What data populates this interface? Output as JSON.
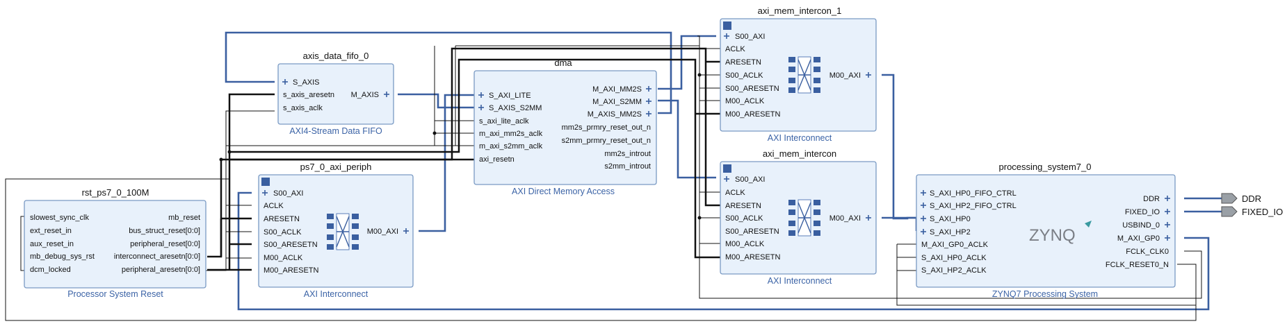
{
  "blocks": {
    "fifo": {
      "title": "axis_data_fifo_0",
      "subtitle": "AXI4-Stream Data FIFO",
      "ports_left": [
        "S_AXIS",
        "s_axis_aresetn",
        "s_axis_aclk"
      ],
      "ports_right": [
        "M_AXIS"
      ]
    },
    "dma": {
      "title": "dma",
      "subtitle": "AXI Direct Memory Access",
      "ports_left": [
        "S_AXI_LITE",
        "S_AXIS_S2MM",
        "s_axi_lite_aclk",
        "m_axi_mm2s_aclk",
        "m_axi_s2mm_aclk",
        "axi_resetn"
      ],
      "ports_right": [
        "M_AXI_MM2S",
        "M_AXI_S2MM",
        "M_AXIS_MM2S",
        "mm2s_prmry_reset_out_n",
        "s2mm_prmry_reset_out_n",
        "mm2s_introut",
        "s2mm_introut"
      ]
    },
    "rst": {
      "title": "rst_ps7_0_100M",
      "subtitle": "Processor System Reset",
      "ports_left": [
        "slowest_sync_clk",
        "ext_reset_in",
        "aux_reset_in",
        "mb_debug_sys_rst",
        "dcm_locked"
      ],
      "ports_right": [
        "mb_reset",
        "bus_struct_reset[0:0]",
        "peripheral_reset[0:0]",
        "interconnect_aresetn[0:0]",
        "peripheral_aresetn[0:0]"
      ]
    },
    "periph": {
      "title": "ps7_0_axi_periph",
      "subtitle": "AXI Interconnect",
      "ports_left": [
        "S00_AXI",
        "ACLK",
        "ARESETN",
        "S00_ACLK",
        "S00_ARESETN",
        "M00_ACLK",
        "M00_ARESETN"
      ],
      "ports_right": [
        "M00_AXI"
      ]
    },
    "mem1": {
      "title": "axi_mem_intercon_1",
      "subtitle": "AXI Interconnect",
      "ports_left": [
        "S00_AXI",
        "ACLK",
        "ARESETN",
        "S00_ACLK",
        "S00_ARESETN",
        "M00_ACLK",
        "M00_ARESETN"
      ],
      "ports_right": [
        "M00_AXI"
      ]
    },
    "mem0": {
      "title": "axi_mem_intercon",
      "subtitle": "AXI Interconnect",
      "ports_left": [
        "S00_AXI",
        "ACLK",
        "ARESETN",
        "S00_ACLK",
        "S00_ARESETN",
        "M00_ACLK",
        "M00_ARESETN"
      ],
      "ports_right": [
        "M00_AXI"
      ]
    },
    "ps7": {
      "title": "processing_system7_0",
      "subtitle": "ZYNQ7 Processing System",
      "logo": "ZYNQ",
      "ports_left": [
        "S_AXI_HP0_FIFO_CTRL",
        "S_AXI_HP2_FIFO_CTRL",
        "S_AXI_HP0",
        "S_AXI_HP2",
        "M_AXI_GP0_ACLK",
        "S_AXI_HP0_ACLK",
        "S_AXI_HP2_ACLK"
      ],
      "ports_right": [
        "DDR",
        "FIXED_IO",
        "USBIND_0",
        "M_AXI_GP0",
        "FCLK_CLK0",
        "FCLK_RESET0_N"
      ]
    }
  },
  "external_ports": [
    "DDR",
    "FIXED_IO"
  ],
  "colors": {
    "block_fill": "#e8f1fb",
    "block_border": "#7a9ac4",
    "bus": "#3a5fa0",
    "subtitle": "#3b63a6",
    "wire": "#111111"
  },
  "icons": [
    "interconnect-crossbar-icon",
    "expand-plus-icon",
    "zynq-logo",
    "external-port-arrow-icon"
  ]
}
